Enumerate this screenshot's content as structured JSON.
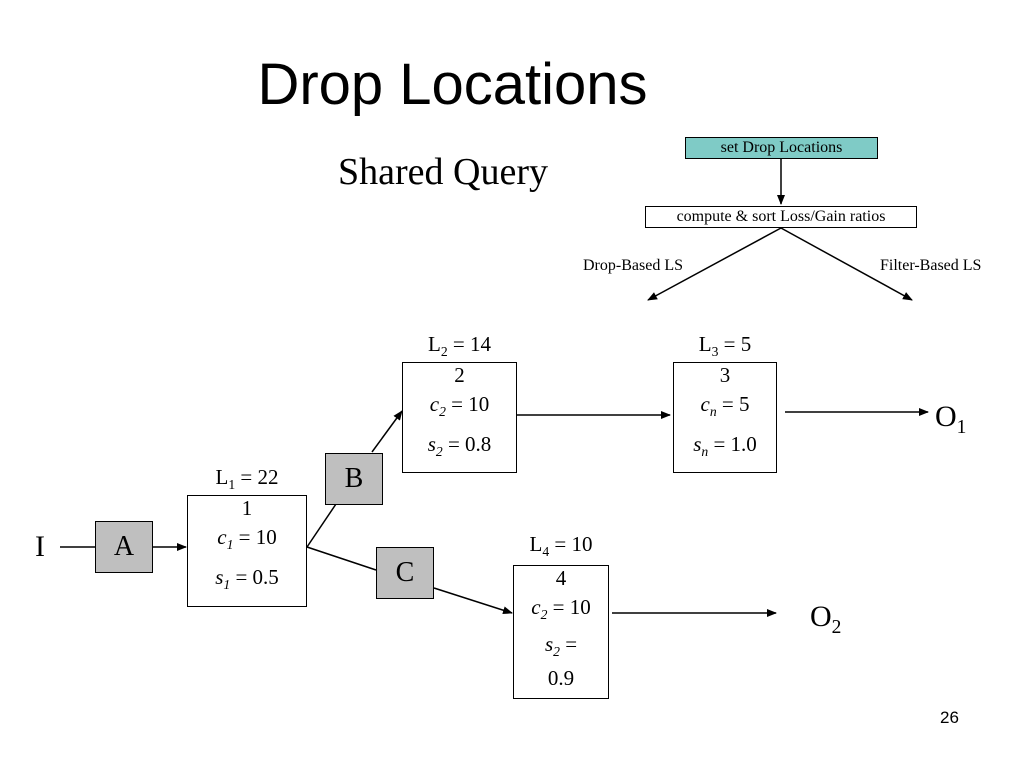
{
  "slide": {
    "title": "Drop Locations",
    "subtitle": "Shared Query",
    "page_number": "26"
  },
  "flowchart": {
    "top_box": "set Drop Locations",
    "middle_box": "compute & sort Loss/Gain ratios",
    "left_branch": "Drop-Based LS",
    "right_branch": "Filter-Based LS"
  },
  "query_network": {
    "input": "I",
    "outputs": [
      {
        "base": "O",
        "sub": "1"
      },
      {
        "base": "O",
        "sub": "2"
      }
    ],
    "filters": [
      "A",
      "B",
      "C"
    ],
    "operators": [
      {
        "id": "1",
        "L_base": "L",
        "L_sub": "1",
        "L_value": "= 22",
        "c_var": "c",
        "c_sub": "1",
        "c_value": "= 10",
        "s_var": "s",
        "s_sub": "1",
        "s_value": "= 0.5"
      },
      {
        "id": "2",
        "L_base": "L",
        "L_sub": "2",
        "L_value": "= 14",
        "c_var": "c",
        "c_sub": "2",
        "c_value": "= 10",
        "s_var": "s",
        "s_sub": "2",
        "s_value": "= 0.8"
      },
      {
        "id": "3",
        "L_base": "L",
        "L_sub": "3",
        "L_value": "= 5",
        "c_var": "c",
        "c_sub": "n",
        "c_value": "= 5",
        "s_var": "s",
        "s_sub": "n",
        "s_value": "= 1.0"
      },
      {
        "id": "4",
        "L_base": "L",
        "L_sub": "4",
        "L_value": "= 10",
        "c_var": "c",
        "c_sub": "2",
        "c_value": "= 10",
        "s_var": "s",
        "s_sub": "2",
        "s_value": "=",
        "s_value_cont": "0.9"
      }
    ]
  },
  "colors": {
    "top_box_fill": "#7fcbc6",
    "filter_fill": "#bfbfbf"
  }
}
